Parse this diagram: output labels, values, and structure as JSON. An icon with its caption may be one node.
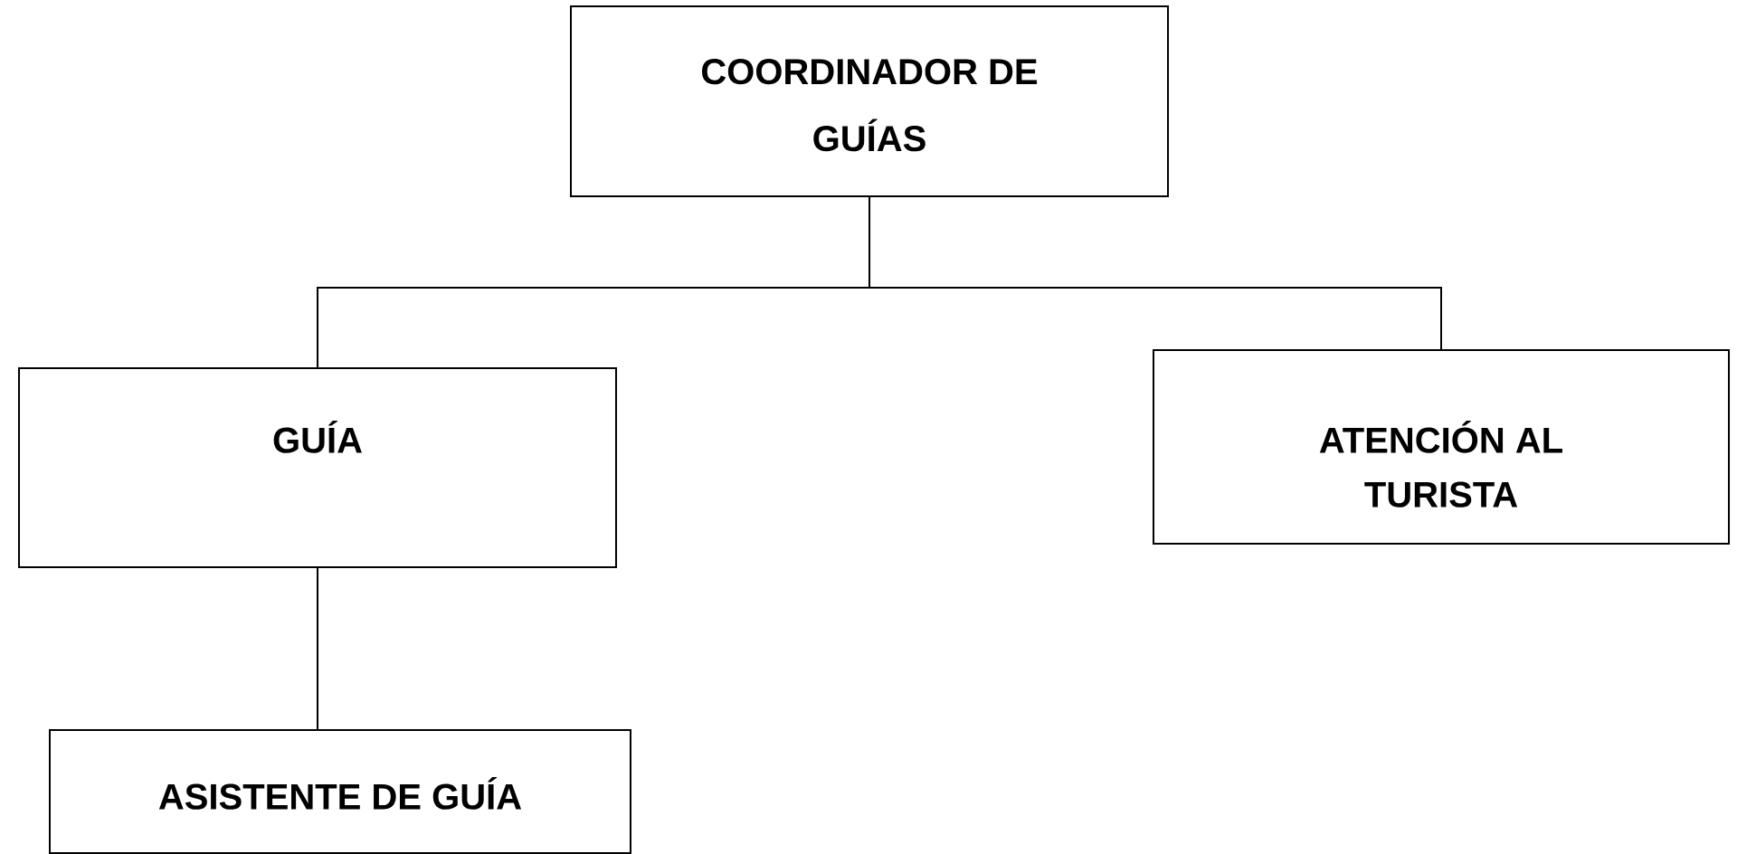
{
  "diagram": {
    "nodes": [
      {
        "text": [
          "COORDINADOR DE GUÍAS"
        ]
      },
      {
        "text": [
          "GUÍA"
        ]
      },
      {
        "text": [
          "ATENCIÓN AL TURISTA"
        ]
      },
      {
        "text": [
          "ASISTENTE DE GUÍA"
        ]
      }
    ],
    "edges": [
      {
        "from": 0,
        "to": 1,
        "arrow": "none"
      },
      {
        "from": 0,
        "to": 2,
        "arrow": "none"
      },
      {
        "from": 1,
        "to": 3,
        "arrow": "none"
      }
    ]
  }
}
